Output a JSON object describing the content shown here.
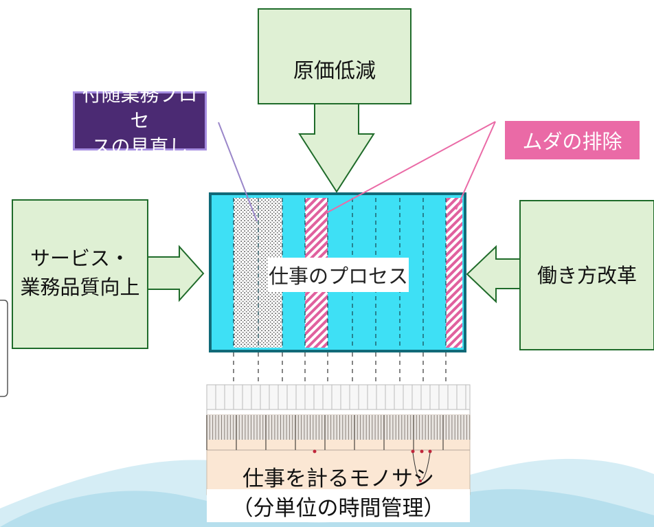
{
  "boxes": {
    "top": "原価低減",
    "left_line1": "サービス・",
    "left_line2": "業務品質向上",
    "right": "働き方改革"
  },
  "callouts": {
    "ancillary_line1": "付随業務プロセ",
    "ancillary_line2": "スの見直し",
    "waste": "ムダの排除"
  },
  "center": {
    "label": "仕事のプロセス"
  },
  "ruler": {
    "label": "仕事を計るモノサシ",
    "sublabel": "（分単位の時間管理）"
  },
  "colors": {
    "box_fill": "#dff0d4",
    "box_stroke": "#1f6b2a",
    "process_fill": "#3ee0f5",
    "process_stroke": "#106a78",
    "ancillary_fill": "#4b2a73",
    "waste_fill": "#ea6aa6",
    "ruler_fill": "#fbe7d4"
  }
}
